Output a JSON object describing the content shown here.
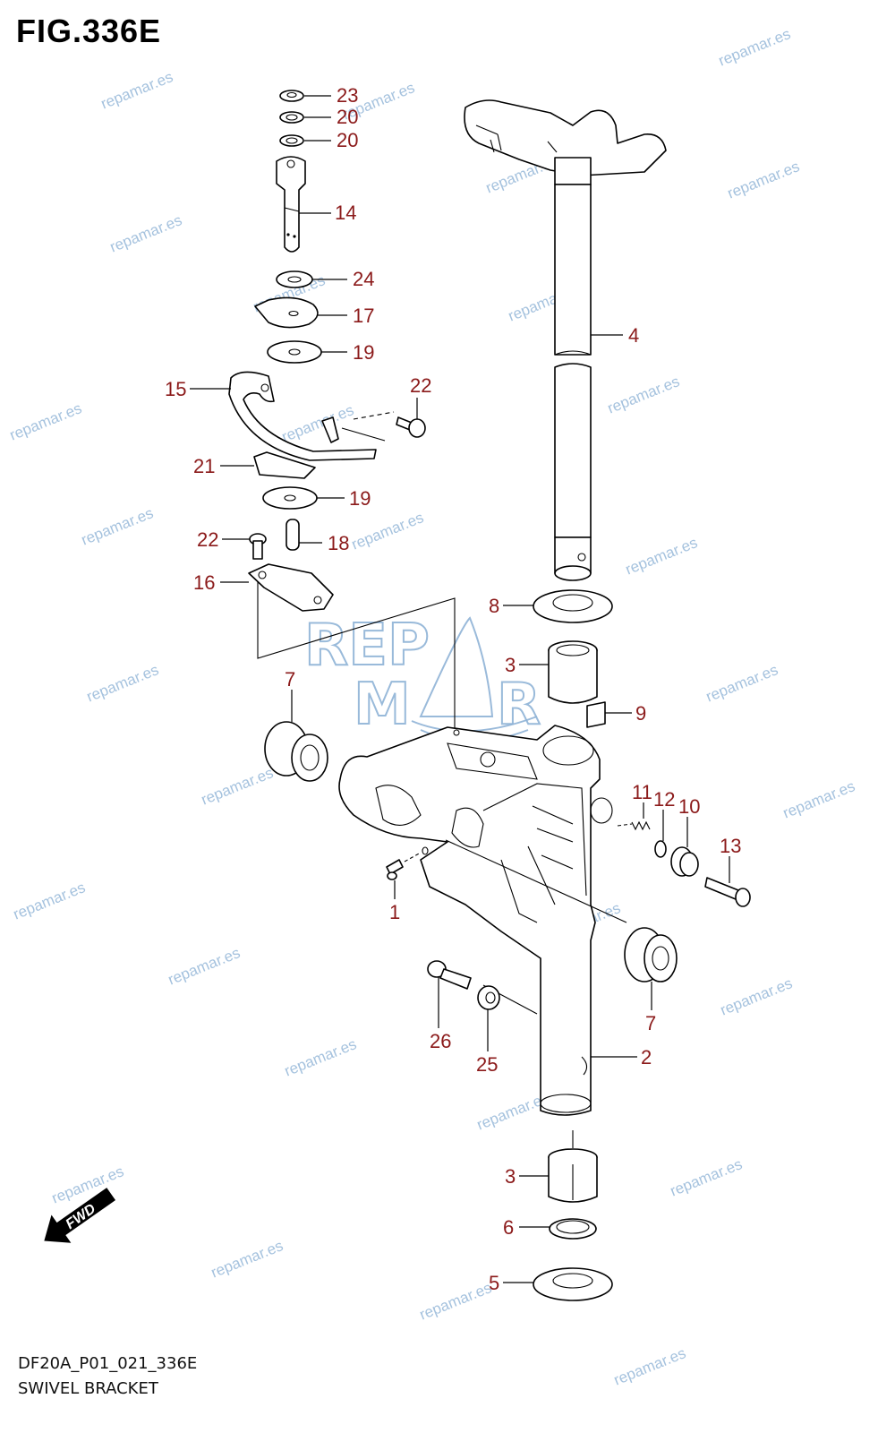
{
  "figure": {
    "title": "FIG.336E",
    "model_code": "DF20A_P01_021_336E",
    "name": "SWIVEL BRACKET"
  },
  "fwd_badge": "FWD",
  "watermark": "repamar.es",
  "logo_letters": [
    "REP",
    "M",
    "R"
  ],
  "callouts": {
    "c23": "23",
    "c20a": "20",
    "c20b": "20",
    "c14": "14",
    "c24": "24",
    "c17": "17",
    "c19a": "19",
    "c15": "15",
    "c22a": "22",
    "c21": "21",
    "c19b": "19",
    "c22b": "22",
    "c18": "18",
    "c16": "16",
    "c4": "4",
    "c8": "8",
    "c3a": "3",
    "c9": "9",
    "c7a": "7",
    "c11": "11",
    "c12": "12",
    "c10": "10",
    "c13": "13",
    "c1": "1",
    "c7b": "7",
    "c26": "26",
    "c25": "25",
    "c2": "2",
    "c3b": "3",
    "c6": "6",
    "c5": "5"
  }
}
